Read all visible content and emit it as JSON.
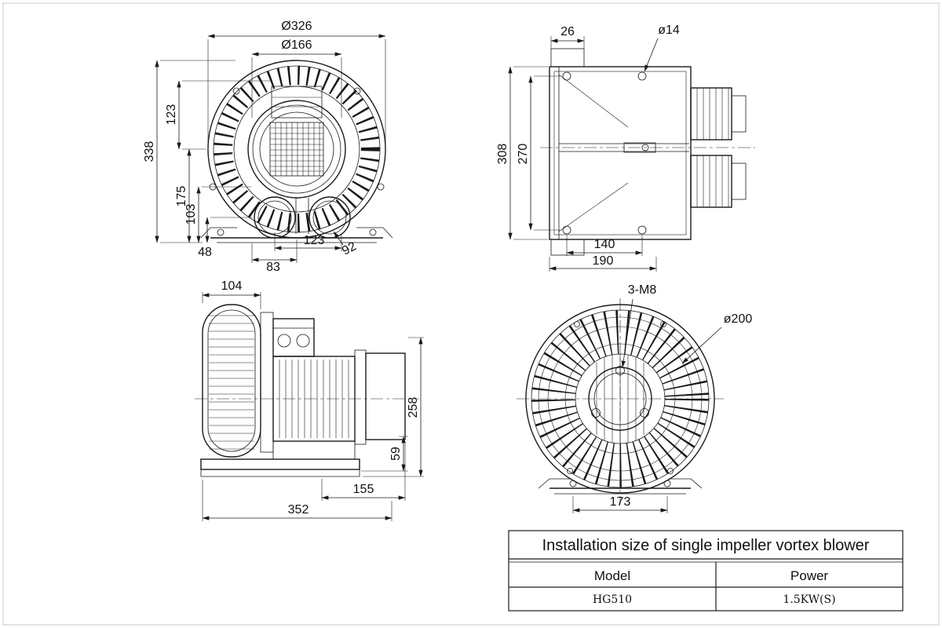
{
  "front": {
    "dims": {
      "outer_dia": "Ø326",
      "inner_dia": "Ø166",
      "total_height": "338",
      "top_to_center": "123",
      "center_to_base": "175",
      "port_to_base": "103",
      "foot_height": "48",
      "port_offset": "83",
      "port_spacing": "123",
      "port_callout": "92"
    }
  },
  "side": {
    "dims": {
      "tab_width": "26",
      "hole_dia": "ø14",
      "total_height": "308",
      "hole_spacing_v": "270",
      "hole_spacing_h": "140",
      "flange_width": "190"
    }
  },
  "profile": {
    "dims": {
      "housing_width": "104",
      "total_height": "258",
      "base_height": "59",
      "motor_length": "155",
      "total_length": "352"
    }
  },
  "rear": {
    "dims": {
      "thread_callout": "3-M8",
      "guard_dia": "ø200",
      "foot_spacing": "173"
    }
  },
  "title_block": {
    "title": "Installation size of single impeller vortex blower",
    "model_label": "Model",
    "power_label": "Power",
    "model_value": "HG510",
    "power_value": "1.5KW(S)"
  }
}
